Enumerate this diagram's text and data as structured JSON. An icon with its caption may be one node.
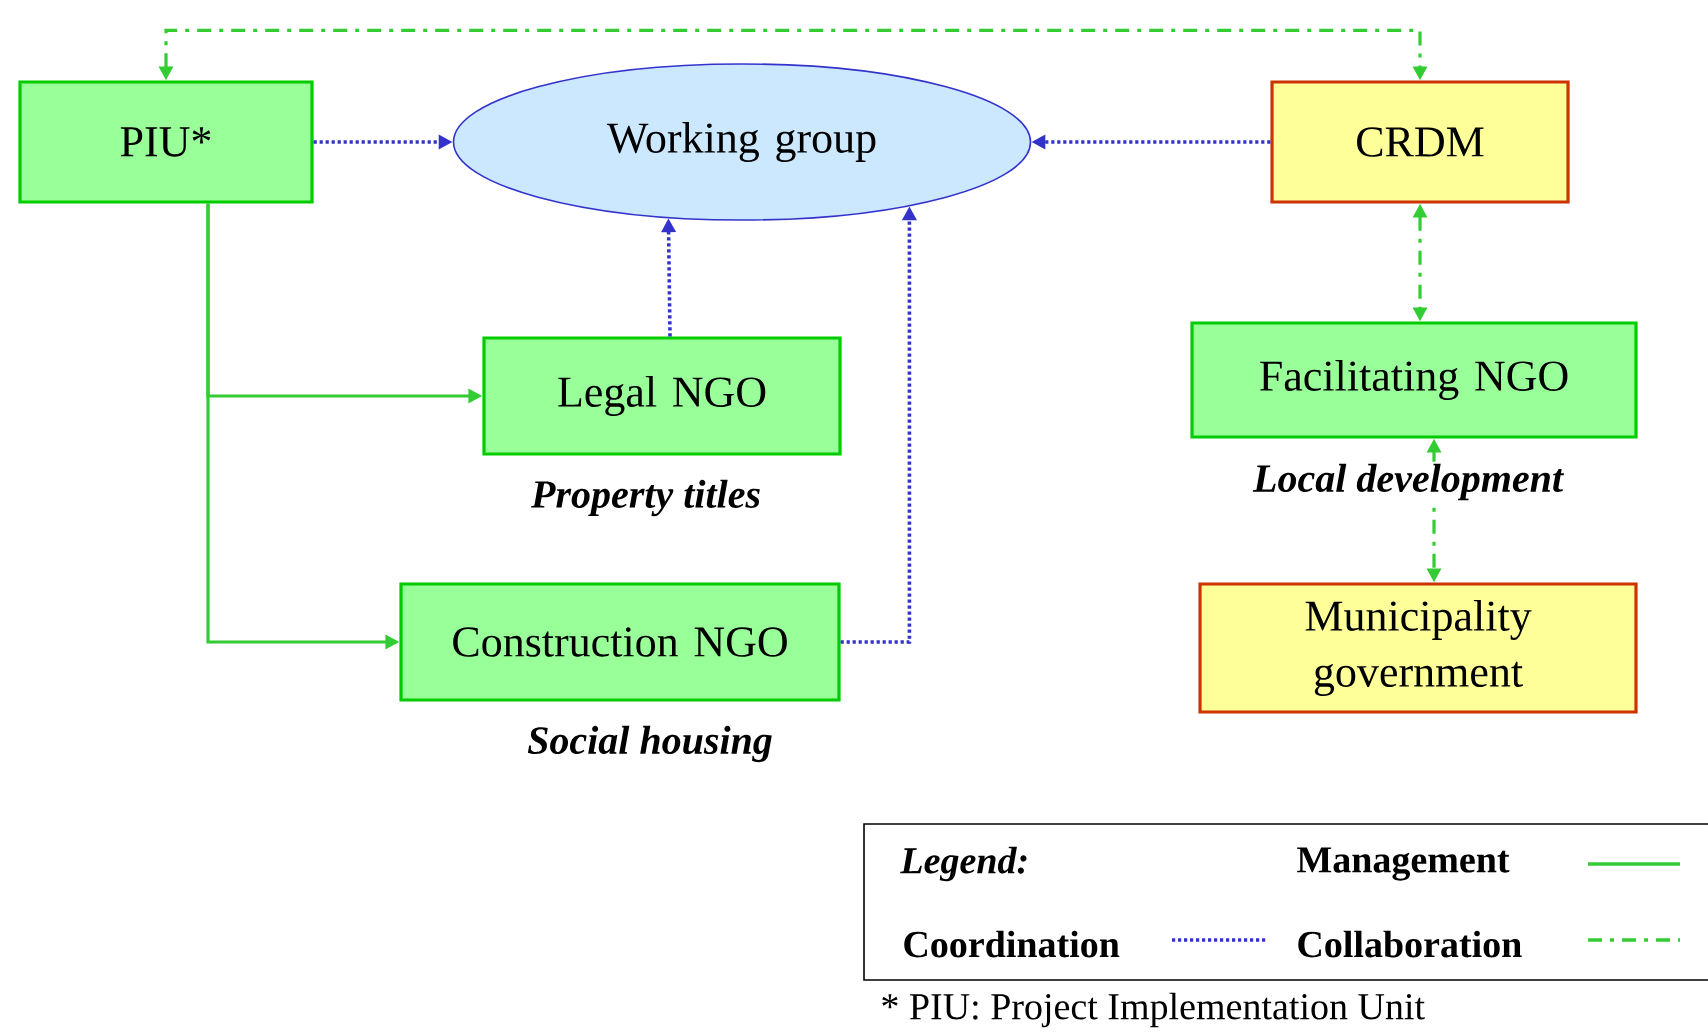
{
  "diagram": {
    "nodes": [
      {
        "text": [
          "PIU*"
        ]
      },
      {
        "text": [
          "Working group"
        ]
      },
      {
        "text": [
          "CRDM"
        ]
      },
      {
        "text": [
          "Legal NGO"
        ],
        "beside": [
          "Property titles"
        ]
      },
      {
        "text": [
          "Construction NGO"
        ],
        "beside": [
          "Social housing"
        ]
      },
      {
        "text": [
          "Facilitating NGO"
        ],
        "beside": [
          "Local development"
        ]
      },
      {
        "text": [
          "Municipality government"
        ]
      }
    ],
    "edges": [
      {
        "from": 0,
        "to": 1,
        "arrow": "to",
        "style": "dashed",
        "color": "#3333cc"
      },
      {
        "from": 2,
        "to": 1,
        "arrow": "to",
        "style": "dashed",
        "color": "#3333cc"
      },
      {
        "from": 3,
        "to": 1,
        "arrow": "to",
        "style": "dashed",
        "color": "#3333cc"
      },
      {
        "from": 4,
        "to": 1,
        "arrow": "to",
        "style": "dashed",
        "color": "#3333cc"
      },
      {
        "from": 0,
        "to": 3,
        "arrow": "to"
      },
      {
        "from": 0,
        "to": 4,
        "arrow": "to"
      },
      {
        "from": 0,
        "to": 2,
        "arrow": "both",
        "style": "dashed"
      },
      {
        "from": 2,
        "to": 5,
        "arrow": "both",
        "style": "dashed"
      },
      {
        "from": 5,
        "to": 6,
        "arrow": "both",
        "style": "dashed"
      }
    ],
    "labels": [
      "Legend:",
      "* PIU: Project Implementation Unit"
    ],
    "legend": [
      {
        "text": "Management"
      },
      {
        "text": "Coordination"
      },
      {
        "text": "Collaboration"
      }
    ]
  }
}
